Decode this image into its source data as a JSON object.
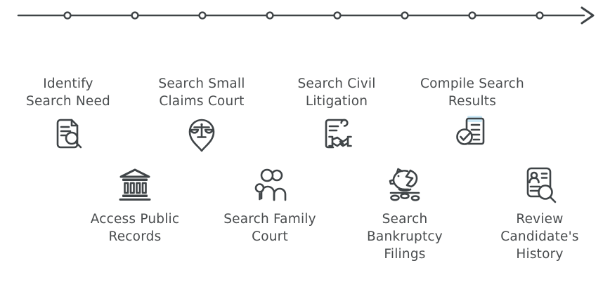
{
  "page": {
    "background": "#ffffff",
    "type": "process-timeline-diagram"
  },
  "timeline": {
    "direction": "left-to-right",
    "node_count": 8,
    "color": "#3f4447",
    "arrow": "right-arrow"
  },
  "steps": [
    {
      "label": "Identify Search Need",
      "text": "Identify\nSearch Need",
      "position": "above",
      "icon": "document-search-icon"
    },
    {
      "label": "Access Public Records",
      "text": "Access Public\nRecords",
      "position": "below",
      "icon": "bank-building-icon"
    },
    {
      "label": "Search Small Claims Court",
      "text": "Search Small\nClaims Court",
      "position": "above",
      "icon": "location-pin-scales-icon"
    },
    {
      "label": "Search Family Court",
      "text": "Search Family\nCourt",
      "position": "below",
      "icon": "family-icon"
    },
    {
      "label": "Search Civil Litigation",
      "text": "Search Civil\nLitigation",
      "position": "above",
      "icon": "scroll-handshake-icon"
    },
    {
      "label": "Search Bankruptcy Filings",
      "text": "Search\nBankruptcy\nFilings",
      "position": "below",
      "icon": "broken-piggy-bank-icon"
    },
    {
      "label": "Compile Search Results",
      "text": "Compile Search\nResults",
      "position": "above",
      "icon": "document-checkmark-icon"
    },
    {
      "label": "Review Candidate's History",
      "text": "Review\nCandidate's\nHistory",
      "position": "below",
      "icon": "resume-search-icon"
    }
  ],
  "colors": {
    "stroke": "#3f4447",
    "text": "#494c4e",
    "accent_blue": "#cdeaf8",
    "background": "#ffffff"
  }
}
